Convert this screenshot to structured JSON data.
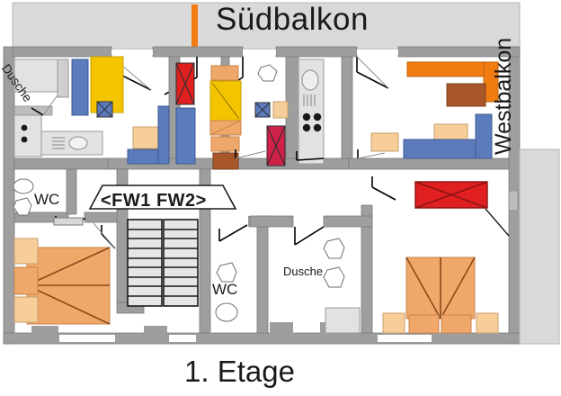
{
  "plan": {
    "title": "1. Etage",
    "south_balcony": "Südbalkon",
    "west_balcony": "Westbalkon",
    "unit_banner": "<FW1 FW2>",
    "rooms": [
      {
        "name": "dusche-upper-left",
        "label": "Dusche"
      },
      {
        "name": "wc-upper-left",
        "label": "WC"
      },
      {
        "name": "wc-lower-center",
        "label": "WC"
      },
      {
        "name": "dusche-lower-center",
        "label": "Dusche"
      }
    ],
    "colors": {
      "wall": "#9e9e9e",
      "wall_stroke": "#6f6f6f",
      "balcony_fill": "#d9d9d9",
      "floor": "#ffffff",
      "orange": "#f07c12",
      "orange_light": "#f0a86a",
      "orange_pale": "#f7cd9a",
      "blue": "#5b7bbd",
      "yellow": "#f5c400",
      "red": "#e02020",
      "crimson": "#d02148",
      "brown": "#a8572a",
      "gray_fixture": "#d8d8d8",
      "outline": "#000000"
    },
    "counts": {
      "stair_flights": 2,
      "stair_treads_per_flight": 9,
      "bedrooms": 2
    }
  }
}
